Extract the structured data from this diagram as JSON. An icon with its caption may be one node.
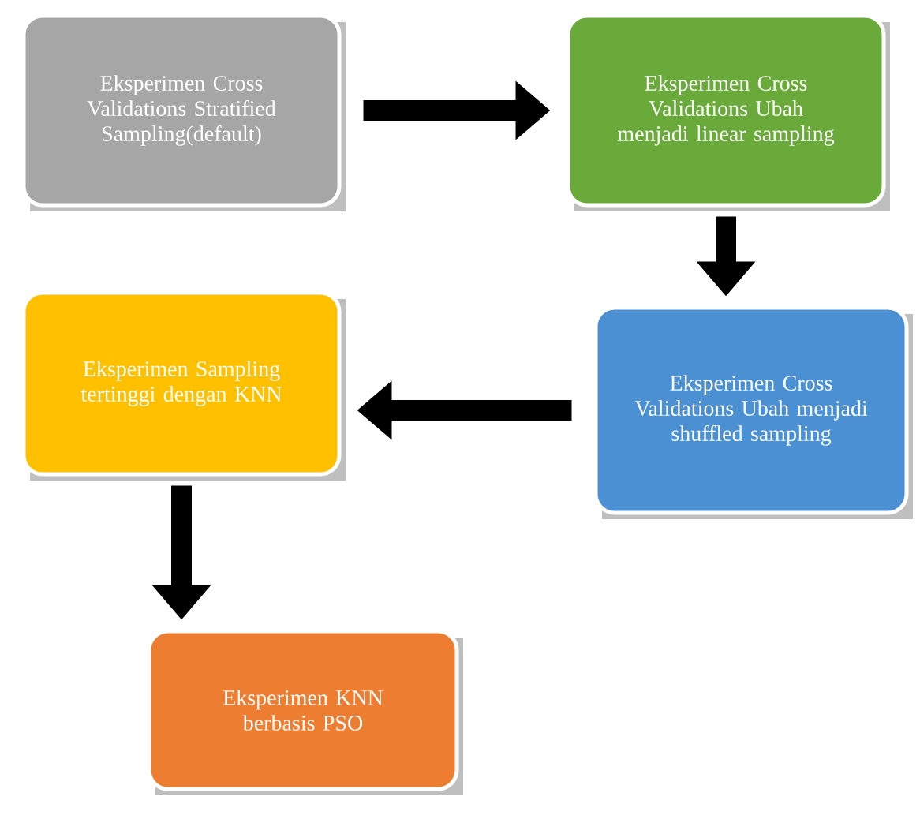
{
  "diagram": {
    "nodes": [
      {
        "text": [
          "Eksperimen Cross Validations Stratified Sampling(default)"
        ]
      },
      {
        "text": [
          "Eksperimen Cross Validations Ubah menjadi linear sampling"
        ]
      },
      {
        "text": [
          "Eksperimen Sampling tertinggi dengan KNN"
        ]
      },
      {
        "text": [
          "Eksperimen Cross Validations Ubah menjadi shuffled sampling"
        ]
      },
      {
        "text": [
          "Eksperimen KNN berbasis PSO"
        ]
      }
    ],
    "edges": [
      {
        "from": 0,
        "to": 1,
        "arrow": "to"
      },
      {
        "from": 1,
        "to": 3,
        "arrow": "to"
      },
      {
        "from": 3,
        "to": 2,
        "arrow": "to"
      },
      {
        "from": 2,
        "to": 4,
        "arrow": "to"
      }
    ]
  }
}
